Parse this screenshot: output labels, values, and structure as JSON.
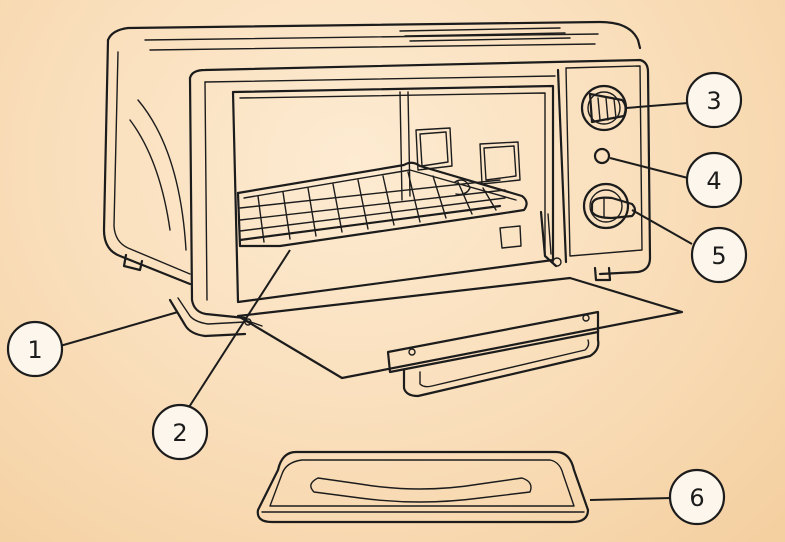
{
  "callouts": [
    {
      "label": "1",
      "part": "body"
    },
    {
      "label": "2",
      "part": "wire-rack"
    },
    {
      "label": "3",
      "part": "temperature-knob"
    },
    {
      "label": "4",
      "part": "power-indicator-light"
    },
    {
      "label": "5",
      "part": "timer-knob"
    },
    {
      "label": "6",
      "part": "baking-tray"
    }
  ],
  "colors": {
    "background": "#f9ddb8",
    "line": "#1c1c1c",
    "callout_fill": "#fdf6ec"
  }
}
